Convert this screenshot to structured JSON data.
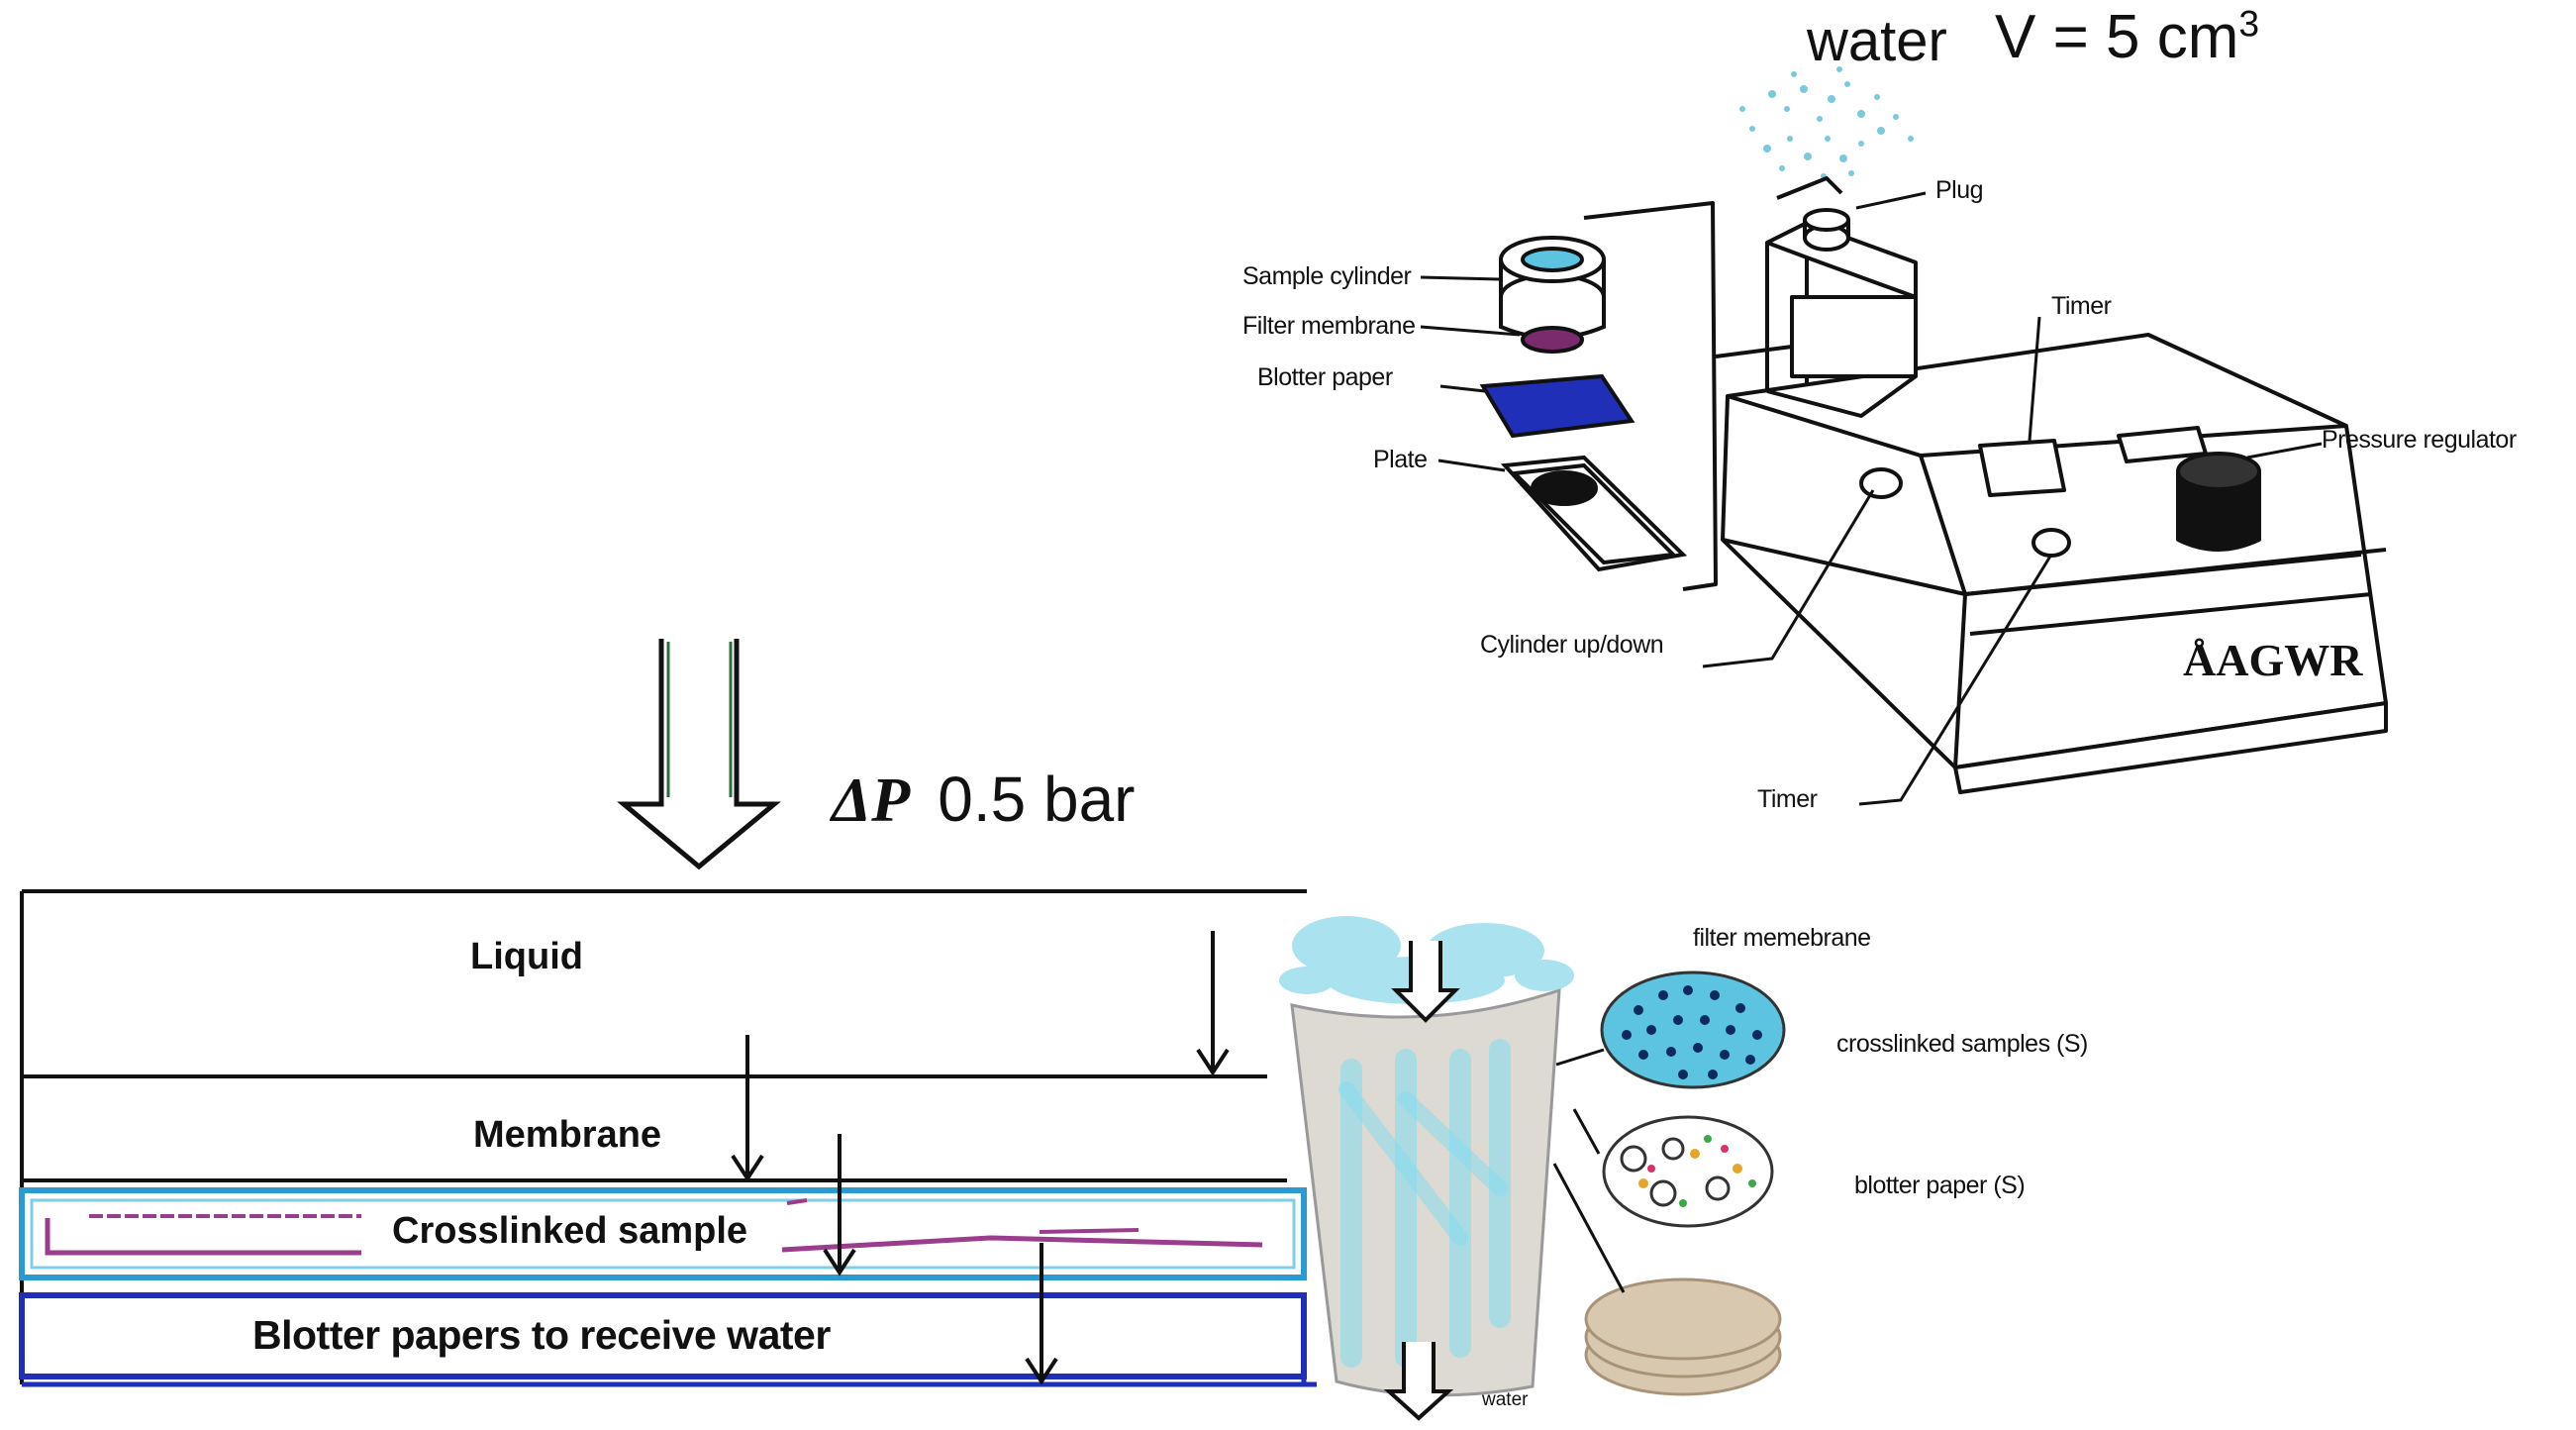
{
  "header": {
    "water_word": "water",
    "volume_prefix": "V = 5 cm",
    "volume_exponent": "3"
  },
  "device": {
    "labels": {
      "plug": "Plug",
      "sample_cylinder": "Sample cylinder",
      "filter_membrane": "Filter membrane",
      "blotter_paper": "Blotter paper",
      "plate": "Plate",
      "timer_top": "Timer",
      "pressure_regulator": "Pressure regulator",
      "cylinder_up_down": "Cylinder up/down",
      "timer_bottom": "Timer",
      "brand": "ÅAGWR"
    }
  },
  "pressure": {
    "delta_symbol": "ΔP",
    "value": "0.5 bar"
  },
  "layers": {
    "liquid": "Liquid",
    "membrane": "Membrane",
    "crosslinked_sample": "Crosslinked sample",
    "blotter": "Blotter papers to receive water"
  },
  "cup": {
    "labels": {
      "filter_membrane": "filter memebrane",
      "crosslinked_samples": "crosslinked samples (S)",
      "blotter_paper": "blotter paper (S)",
      "water": "water"
    }
  },
  "colors": {
    "water_dots": "#7cc9dc",
    "membrane_purple": "#7a2b6e",
    "blotter_blue": "#1f2fb8",
    "filter_disc": "#5cc4e0",
    "sample_border": "#2a9ad0",
    "sample_trace": "#9a3d8c",
    "paper_stack": "#d9c8b0"
  }
}
